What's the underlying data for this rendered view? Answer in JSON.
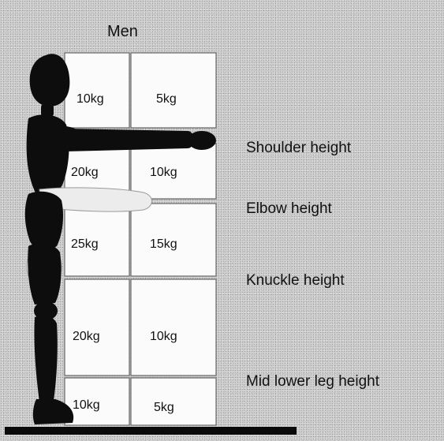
{
  "title": "Men",
  "grid": {
    "rows": [
      {
        "left": "10kg",
        "right": "5kg"
      },
      {
        "left": "20kg",
        "right": "10kg"
      },
      {
        "left": "25kg",
        "right": "15kg"
      },
      {
        "left": "20kg",
        "right": "10kg"
      },
      {
        "left": "10kg",
        "right": "5kg"
      }
    ]
  },
  "height_labels": {
    "shoulder": "Shoulder height",
    "elbow": "Elbow height",
    "knuckle": "Knuckle height",
    "mid_lower_leg": "Mid lower leg height"
  },
  "figure": {
    "dark_color": "#0d0d0d",
    "light_color": "#ececec"
  }
}
